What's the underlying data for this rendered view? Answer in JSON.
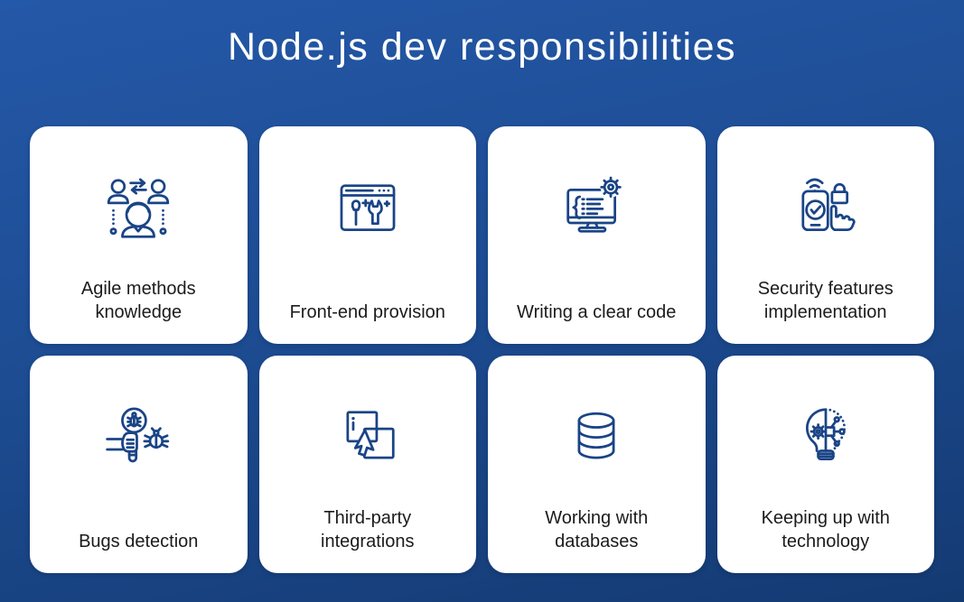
{
  "title": "Node.js dev responsibilities",
  "colors": {
    "background_top": "#2458a8",
    "background_bottom": "#143a72",
    "card_background": "#ffffff",
    "icon_stroke": "#1a4486",
    "label_text": "#1b1b1d",
    "title_text": "#ffffff"
  },
  "cards": [
    {
      "label": "Agile methods\nknowledge",
      "icon": "team-exchange-icon"
    },
    {
      "label": "Front-end provision",
      "icon": "browser-tools-icon"
    },
    {
      "label": "Writing a clear code",
      "icon": "monitor-code-gear-icon"
    },
    {
      "label": "Security features\nimplementation",
      "icon": "phone-security-check-icon"
    },
    {
      "label": "Bugs detection",
      "icon": "bug-magnifier-icon"
    },
    {
      "label": "Third-party\nintegrations",
      "icon": "squares-cursor-icon"
    },
    {
      "label": "Working with\ndatabases",
      "icon": "database-icon"
    },
    {
      "label": "Keeping up with\ntechnology",
      "icon": "bulb-circuit-icon"
    }
  ]
}
